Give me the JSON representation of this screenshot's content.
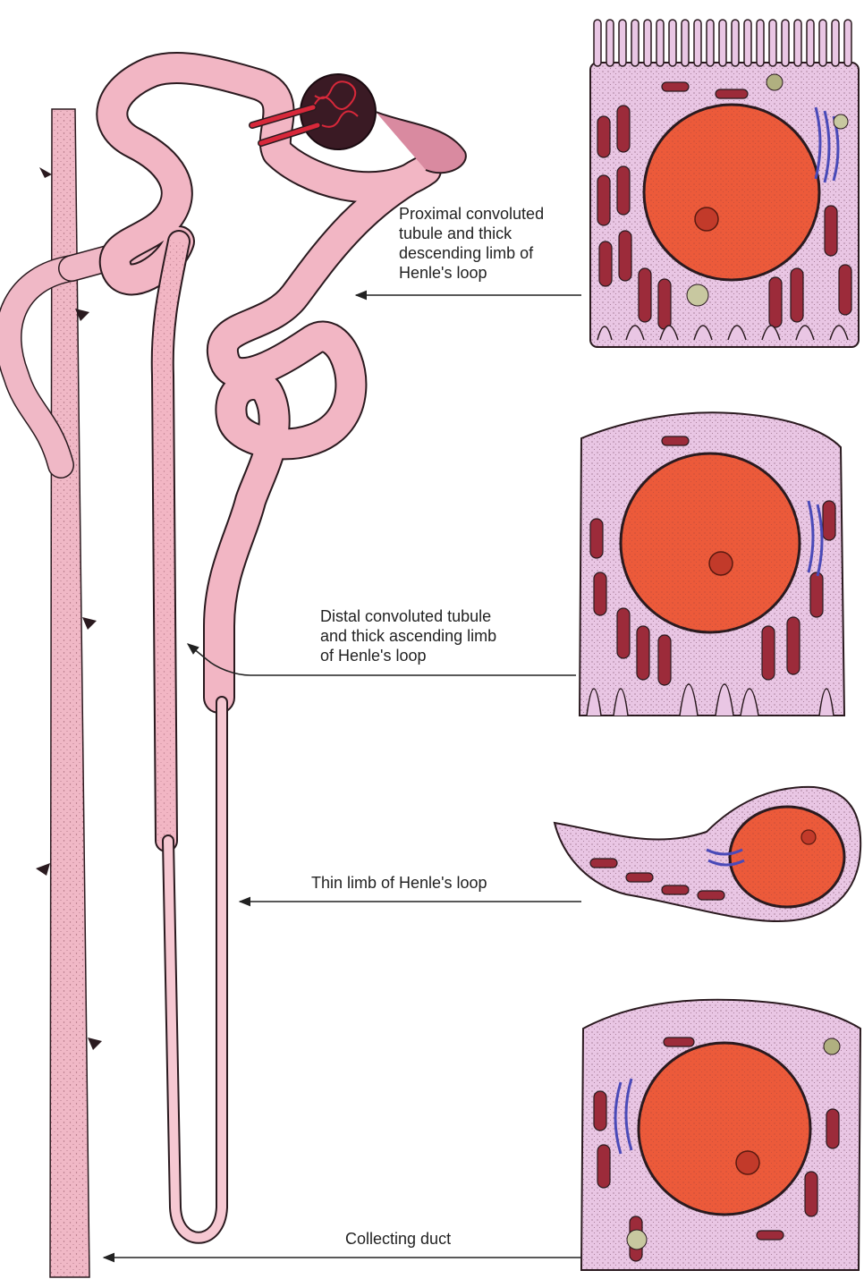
{
  "labels": {
    "proximal": "Proximal convoluted\ntubule and thick\ndescending limb of\nHenle's loop",
    "distal": "Distal convoluted tubule\nand thick ascending limb\nof Henle's loop",
    "thin": "Thin limb of Henle's loop",
    "collecting": "Collecting duct"
  },
  "colors": {
    "tubule": "#f2b6c4",
    "tubule_edge": "#2a1a1f",
    "glomerulus": "#3a1a24",
    "vessel": "#d8283a",
    "cytoplasm": "#e9c6e4",
    "nucleus": "#ec5a3a",
    "mitochondria": "#9c2b3a",
    "golgi": "#4a4ab8"
  }
}
